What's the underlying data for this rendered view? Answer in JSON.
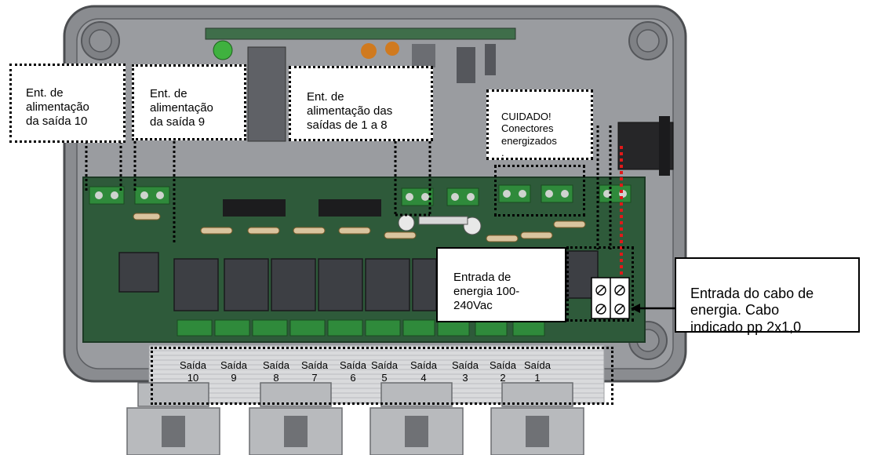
{
  "callouts": {
    "feed10": "Ent. de\nalimentação\nda saída 10",
    "feed9": "Ent. de\nalimentação\nda saída 9",
    "feed1to8": "Ent. de\nalimentação das\nsaídas de 1 a 8",
    "warning": "CUIDADO!\nConectores\nenergizados\n.",
    "power_in": "Entrada de\nenergia 100-\n240Vac",
    "cable": "Entrada do cabo de\nenergia. Cabo\nindicado pp 2x1,0"
  },
  "outputs": [
    {
      "word": "Saída",
      "num": "10"
    },
    {
      "word": "Saída",
      "num": "9"
    },
    {
      "word": "Saída",
      "num": "8"
    },
    {
      "word": "Saída",
      "num": "7"
    },
    {
      "word": "Saída",
      "num": "6"
    },
    {
      "word": "Saída",
      "num": "5"
    },
    {
      "word": "Saída",
      "num": "4"
    },
    {
      "word": "Saída",
      "num": "3"
    },
    {
      "word": "Saída",
      "num": "2"
    },
    {
      "word": "Saída",
      "num": "1"
    }
  ],
  "colors": {
    "enclosure": "#8a8c90",
    "pcb": "#2e5a3a",
    "terminal": "#2f8a3b",
    "relay": "#3d3f44",
    "arrow": "#000000",
    "red_wire": "#e11919"
  }
}
